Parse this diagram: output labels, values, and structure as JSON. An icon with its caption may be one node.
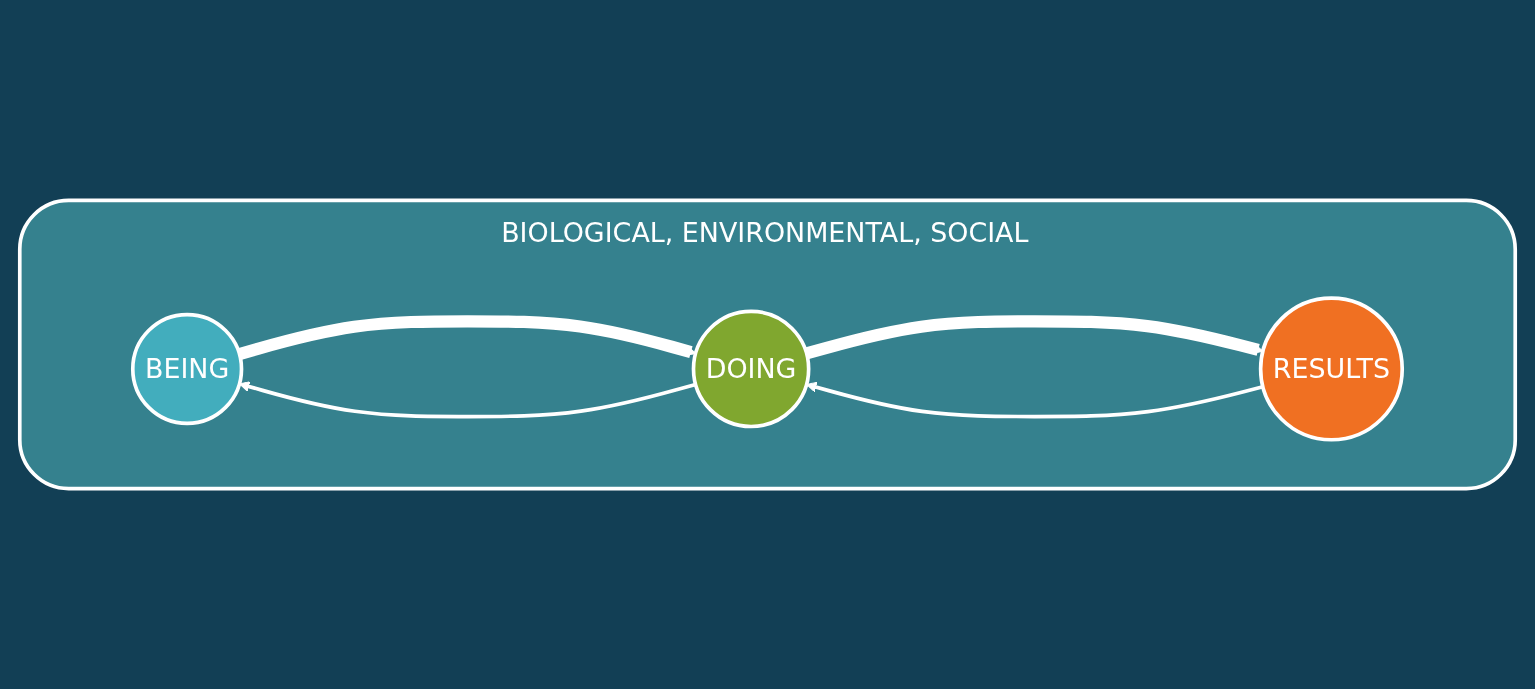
{
  "diagram": {
    "nodes": [
      {
        "text": [
          "BIOLOGICAL, ENVIRONMENTAL, SOCIAL"
        ]
      },
      {
        "text": [
          "BEING"
        ],
        "in": 0
      },
      {
        "text": [
          "DOING"
        ],
        "in": 0
      },
      {
        "text": [
          "RESULTS"
        ],
        "in": 0
      }
    ],
    "edges": [
      {
        "from": 1,
        "to": 2,
        "arrow": "to",
        "style": "thick"
      },
      {
        "from": 2,
        "to": 3,
        "arrow": "to",
        "style": "thick"
      },
      {
        "from": 3,
        "to": 2,
        "arrow": "to"
      },
      {
        "from": 2,
        "to": 1,
        "arrow": "to"
      }
    ]
  }
}
